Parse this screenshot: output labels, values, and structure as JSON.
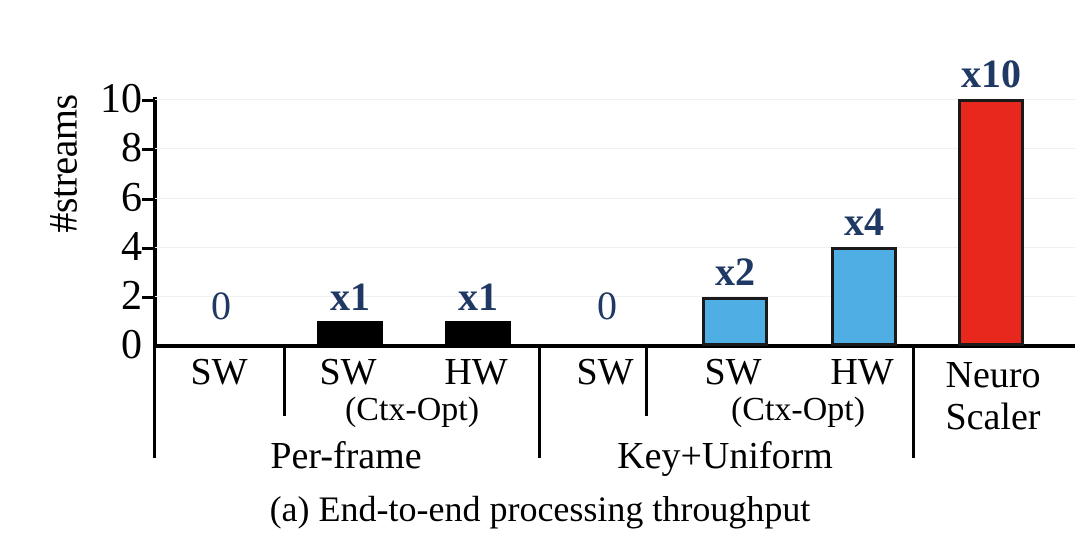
{
  "chart_data": {
    "type": "bar",
    "title": "",
    "caption": "(a) End-to-end processing throughput",
    "xlabel": "",
    "ylabel": "#streams",
    "ylim": [
      0,
      10
    ],
    "yticks": [
      10,
      8,
      6,
      4,
      2,
      0
    ],
    "grid": true,
    "legend": false,
    "categories": [
      "SW",
      "SW",
      "HW",
      "SW",
      "SW",
      "HW",
      "Neuro Scaler"
    ],
    "values": [
      0,
      1,
      1,
      0,
      2,
      4,
      10
    ],
    "data_labels": [
      "0",
      "x1",
      "x1",
      "0",
      "x2",
      "x4",
      "x10"
    ],
    "bars": [
      {
        "category": "SW",
        "value": 0,
        "label": "0",
        "color": "none",
        "style": "black",
        "group": "Per-frame",
        "subgroup": ""
      },
      {
        "category": "SW",
        "value": 1,
        "label": "x1",
        "color": "#000000",
        "style": "black",
        "group": "Per-frame",
        "subgroup": "(Ctx-Opt)"
      },
      {
        "category": "HW",
        "value": 1,
        "label": "x1",
        "color": "#000000",
        "style": "black",
        "group": "Per-frame",
        "subgroup": "(Ctx-Opt)"
      },
      {
        "category": "SW",
        "value": 0,
        "label": "0",
        "color": "none",
        "style": "blue",
        "group": "Key+Uniform",
        "subgroup": ""
      },
      {
        "category": "SW",
        "value": 2,
        "label": "x2",
        "color": "#4FAFE4",
        "style": "blue",
        "group": "Key+Uniform",
        "subgroup": "(Ctx-Opt)"
      },
      {
        "category": "HW",
        "value": 4,
        "label": "x4",
        "color": "#4FAFE4",
        "style": "blue",
        "group": "Key+Uniform",
        "subgroup": "(Ctx-Opt)"
      },
      {
        "category": "Neuro Scaler",
        "value": 10,
        "label": "x10",
        "color": "#E8281C",
        "style": "red",
        "group": "NeuroScaler",
        "subgroup": ""
      }
    ],
    "groups": [
      {
        "label": "Per-frame",
        "subgroup_label": "(Ctx-Opt)"
      },
      {
        "label": "Key+Uniform",
        "subgroup_label": "(Ctx-Opt)"
      }
    ],
    "neuroscaler_label_line1": "Neuro",
    "neuroscaler_label_line2": "Scaler",
    "colors": {
      "label_text": "#1F3864",
      "black_bar": "#000000",
      "blue_bar": "#4FAFE4",
      "red_bar": "#E8281C",
      "gridline": "#F0F0F0",
      "axis": "#000000"
    }
  }
}
